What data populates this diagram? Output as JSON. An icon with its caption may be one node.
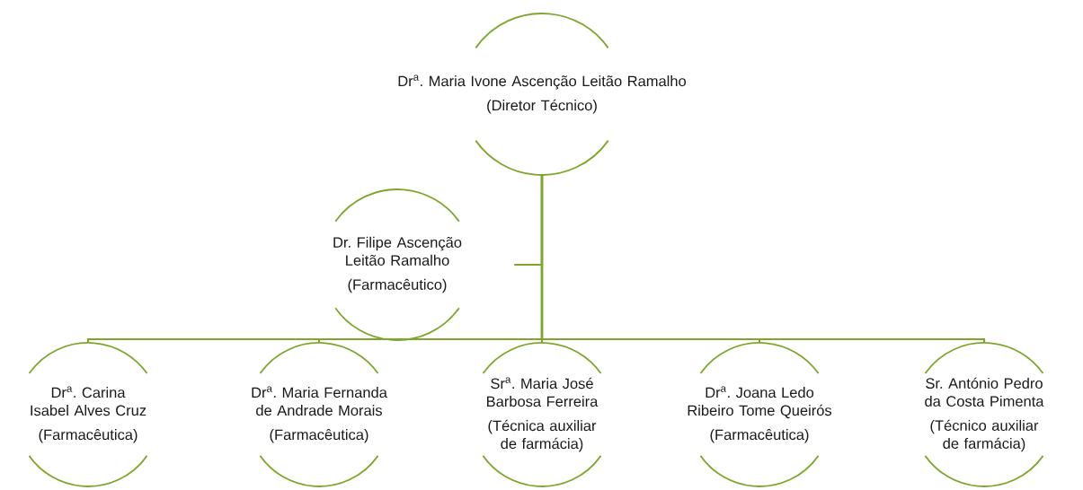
{
  "diagram": {
    "nodes": [
      {
        "text": [
          "Dr$^{a}$. Maria Ivone Ascenção Leitão Ramalho",
          "(Diretor Técnico)"
        ]
      },
      {
        "text": [
          "Dr. Filipe Ascenção Leitão Ramalho",
          "(Farmacêutico)"
        ]
      },
      {
        "text": [
          "Dr$^{a}$. Carina Isabel Alves Cruz",
          "(Farmacêutica)"
        ]
      },
      {
        "text": [
          "Dr$^{a}$. Maria Fernanda de Andrade Morais",
          "(Farmacêutica)"
        ]
      },
      {
        "text": [
          "Sr$^{a}$. Maria José Barbosa Ferreira",
          "(Técnica auxiliar de farmácia)"
        ]
      },
      {
        "text": [
          "Dr$^{a}$. Joana Ledo Ribeiro Tome Queirós",
          "(Farmacêutica)"
        ]
      },
      {
        "text": [
          "Sr. António Pedro da Costa Pimenta",
          "(Técnico auxiliar de farmácia)"
        ]
      }
    ],
    "edges": [
      {
        "from": 0,
        "to": 1,
        "arrow": "none"
      },
      {
        "from": 0,
        "to": 2,
        "arrow": "none"
      },
      {
        "from": 0,
        "to": 3,
        "arrow": "none"
      },
      {
        "from": 0,
        "to": 4,
        "arrow": "none"
      },
      {
        "from": 0,
        "to": 5,
        "arrow": "none"
      },
      {
        "from": 0,
        "to": 6,
        "arrow": "none"
      }
    ]
  }
}
